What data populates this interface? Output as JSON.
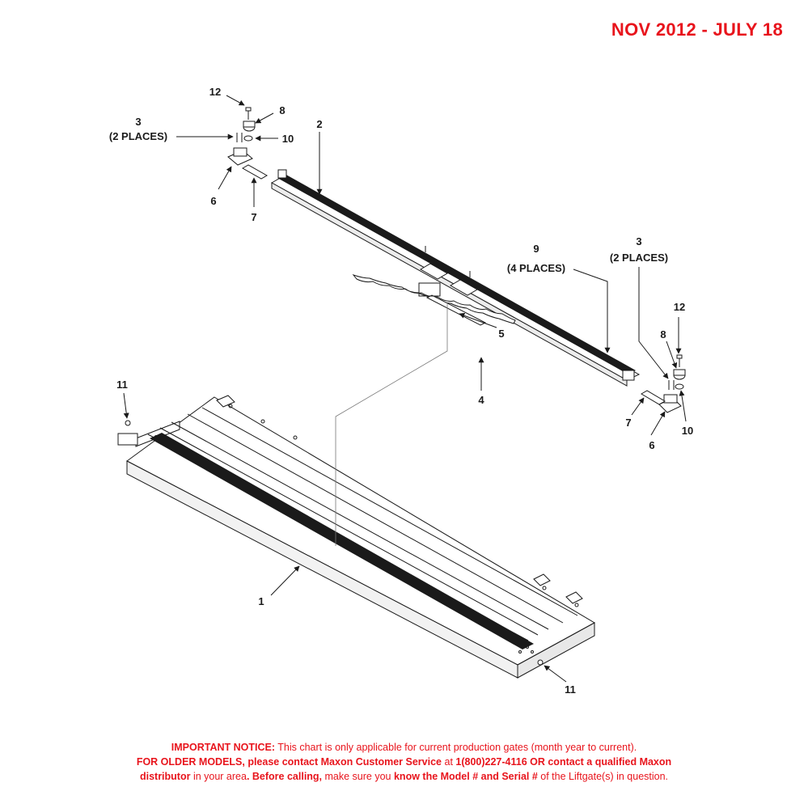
{
  "header": {
    "date_range": "NOV 2012 - JULY 18"
  },
  "callouts": {
    "c1": "1",
    "c2": "2",
    "c3_left": "3",
    "c3_left_qty": "(2 PLACES)",
    "c3_right": "3",
    "c3_right_qty": "(2 PLACES)",
    "c4": "4",
    "c5": "5",
    "c6_left": "6",
    "c6_right": "6",
    "c7_left": "7",
    "c7_right": "7",
    "c8_left": "8",
    "c8_right": "8",
    "c9": "9",
    "c9_qty": "(4 PLACES)",
    "c10_left": "10",
    "c10_right": "10",
    "c11_left": "11",
    "c11_right": "11",
    "c12_left": "12",
    "c12_right": "12"
  },
  "notice": {
    "l1_bold": "IMPORTANT NOTICE:",
    "l1_text": " This chart is only applicable for current production gates (month year to current).",
    "l2_bold": "FOR OLDER MODELS, please contact Maxon Customer Service",
    "l2_text": " at ",
    "l2_bold2": "1(800)227-4116 OR contact a qualified Maxon",
    "l3_bold": "distributor",
    "l3_text": " in your area",
    "l3_bold2": ". Before calling,",
    "l3_text2": " make sure you ",
    "l3_bold3": "know the Model # and Serial #",
    "l3_text3": " of the Liftgate(s) in question."
  },
  "colors": {
    "accent_red": "#e8141c",
    "line": "#1a1a1a",
    "rubber": "#222222"
  }
}
